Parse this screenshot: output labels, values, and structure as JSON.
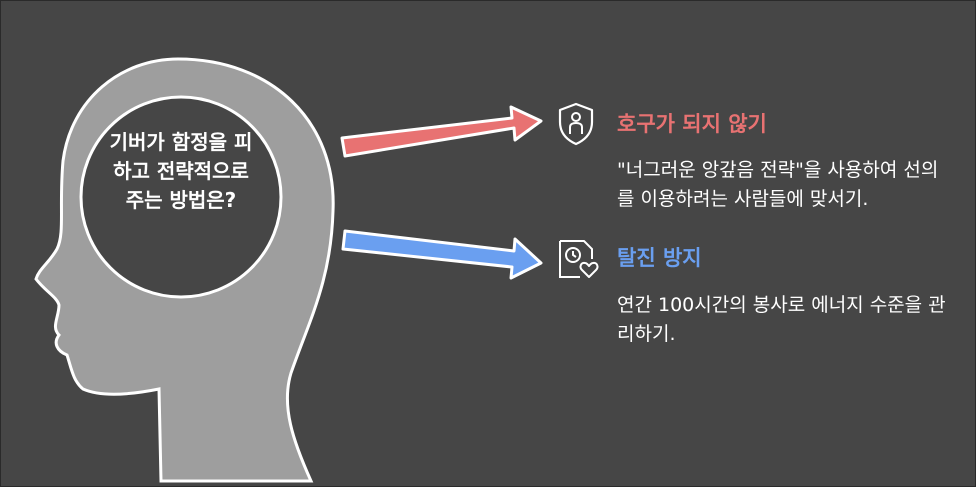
{
  "question": "기버가 함정을 피하고 전략적으로 주는 방법은?",
  "items": [
    {
      "title": "호구가 되지 않기",
      "description": "\"너그러운 앙갚음 전략\"을 사용하여 선의를 이용하려는 사람들에 맞서기.",
      "color": "#e87272",
      "icon": "shield-person-icon"
    },
    {
      "title": "탈진 방지",
      "description": "연간 100시간의 봉사로 에너지 수준을 관리하기.",
      "color": "#6a9ff0",
      "icon": "clock-heart-icon"
    }
  ]
}
